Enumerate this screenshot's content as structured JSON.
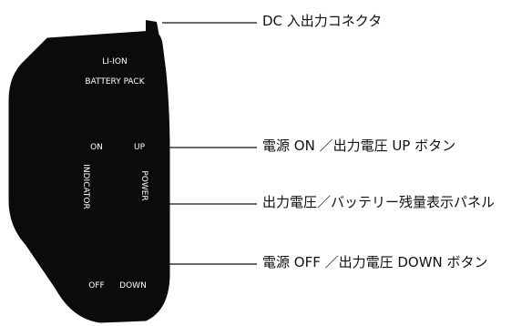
{
  "device": {
    "brand_line1": "LI-ION",
    "brand_line2": "BATTERY PACK",
    "on_label": "ON",
    "up_label": "UP",
    "indicator_label": "INDICATOR",
    "power_label": "POWER",
    "off_label": "OFF",
    "down_label": "DOWN"
  },
  "callouts": {
    "dc_connector": "DC 入出力コネクタ",
    "power_on_up_button": "電源 ON ／出力電圧 UP ボタン",
    "voltage_battery_panel": "出力電圧／バッテリー残量表示パネル",
    "power_off_down_button": "電源 OFF ／出力電圧 DOWN ボタン"
  },
  "colors": {
    "device_body": "#0b0b0b",
    "line": "#111111",
    "text": "#111111"
  }
}
